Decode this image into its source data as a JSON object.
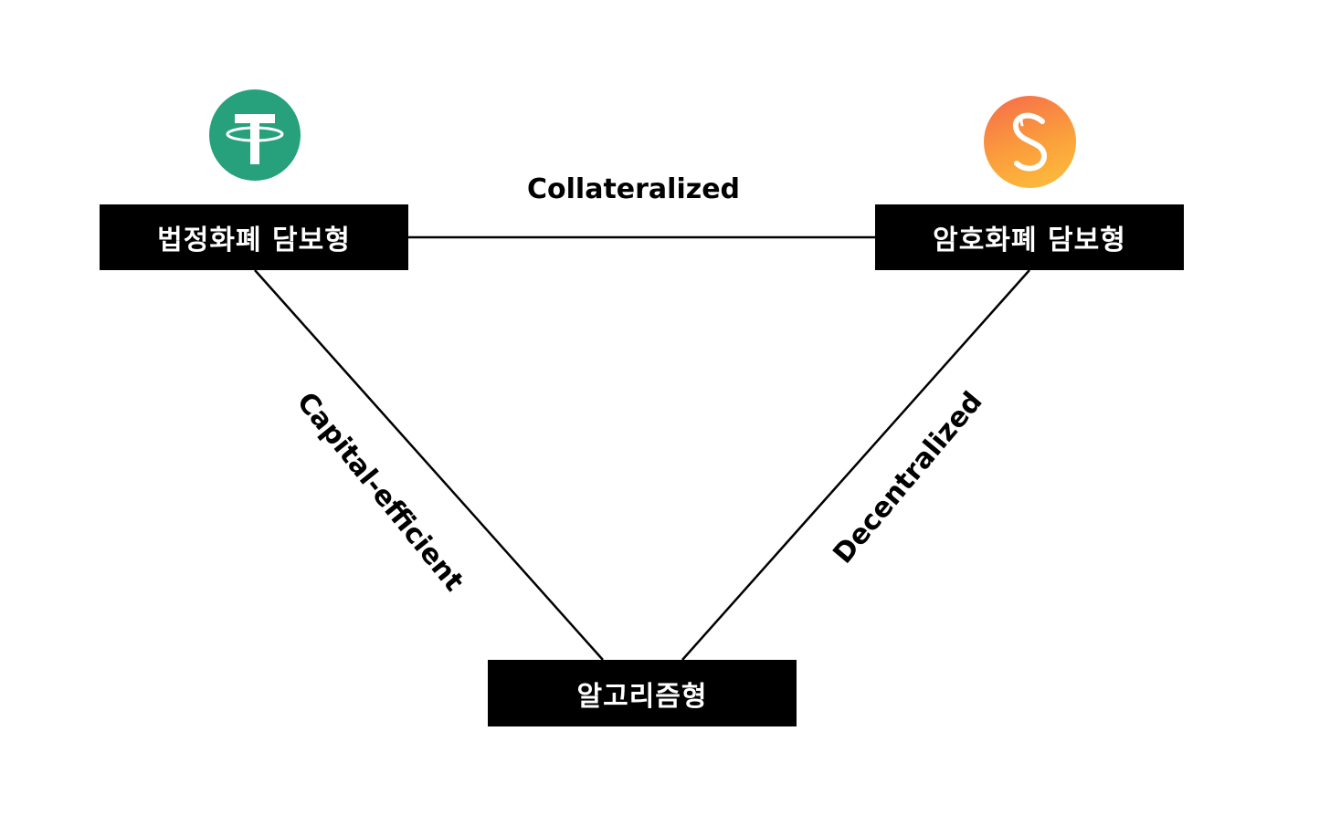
{
  "nodes": {
    "fiat": {
      "label": "법정화폐 담보형"
    },
    "crypto": {
      "label": "암호화폐 담보형"
    },
    "algorithmic": {
      "label": "알고리즘형"
    }
  },
  "edges": {
    "top": {
      "label": "Collateralized"
    },
    "left": {
      "label": "Capital-efficient"
    },
    "right": {
      "label": "Decentralized"
    }
  },
  "logos": {
    "fiat": {
      "icon": "tether-logo-icon",
      "color": "#26a17b"
    },
    "crypto": {
      "icon": "sushiswap-logo-icon",
      "color": "#fb9f3c"
    }
  },
  "colors": {
    "node_background": "#000000",
    "node_text": "#ffffff",
    "line": "#000000"
  }
}
